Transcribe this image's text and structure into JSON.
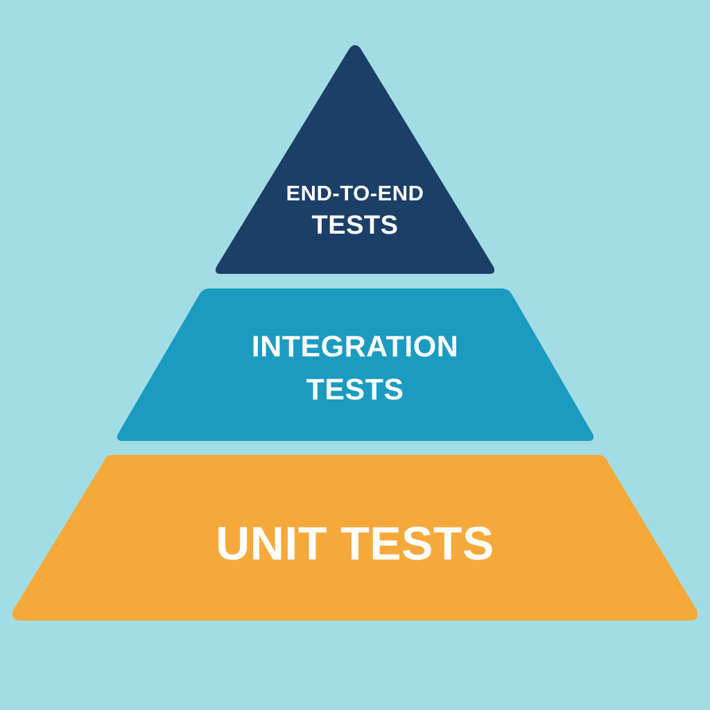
{
  "diagram": {
    "type": "test-pyramid",
    "background_color": "#a2dde5",
    "levels": [
      {
        "position": "top",
        "shape": "triangle",
        "color": "#1c3f68",
        "label_lines": [
          "END-TO-END",
          "TESTS"
        ]
      },
      {
        "position": "middle",
        "shape": "trapezoid",
        "color": "#1c9bc0",
        "label_lines": [
          "INTEGRATION",
          "TESTS"
        ]
      },
      {
        "position": "bottom",
        "shape": "trapezoid",
        "color": "#f6a93b",
        "label_lines": [
          "UNIT TESTS"
        ]
      }
    ]
  }
}
